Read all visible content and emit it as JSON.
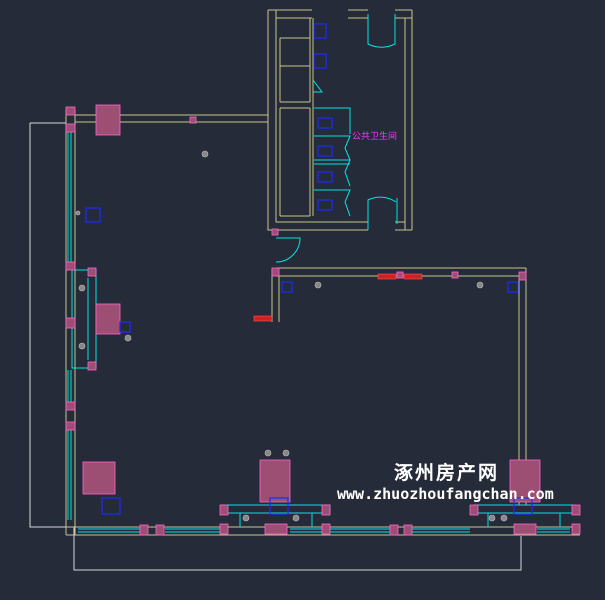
{
  "plan": {
    "room_label": "公共卫生间",
    "colors": {
      "background": "#252b38",
      "wall": "#c8c48a",
      "glass": "#00e5e5",
      "column": "#9c4f73",
      "fixture": "#1a2bff",
      "door": "#00e5e5",
      "outline": "#d8d8d8",
      "label": "#ff33ff",
      "accent_red": "#cc2222"
    }
  },
  "watermark": {
    "title": "涿州房产网",
    "url": "www.zhuozhoufangchan.com"
  }
}
